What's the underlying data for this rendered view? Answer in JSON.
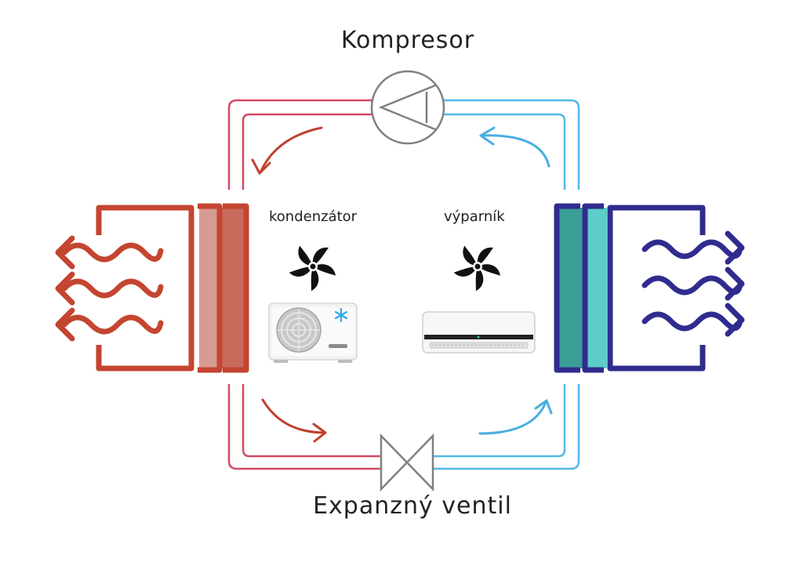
{
  "labels": {
    "compressor": "Kompresor",
    "expansion_valve": "Expanzný ventil",
    "condenser": "kondenzátor",
    "evaporator": "výparník"
  },
  "colors": {
    "hot_pipe": "#d24a63",
    "hot_arrow": "#c0402e",
    "hot_coil": "#c44530",
    "hot_fill_light": "#d69b92",
    "hot_fill_mid": "#c86a5c",
    "cold_pipe": "#52b8e6",
    "cold_arrow": "#4aaee0",
    "cold_coil": "#2f2c8e",
    "cold_fill_dark": "#3a9e97",
    "cold_fill_light": "#5ccdc8",
    "component_outline": "#808080",
    "fan": "#111111",
    "snowflake": "#2ea9e6"
  },
  "icons": [
    "fan-icon",
    "fan-icon",
    "outdoor-unit-icon",
    "indoor-unit-icon",
    "snowflake-icon",
    "compressor-symbol",
    "valve-symbol"
  ]
}
